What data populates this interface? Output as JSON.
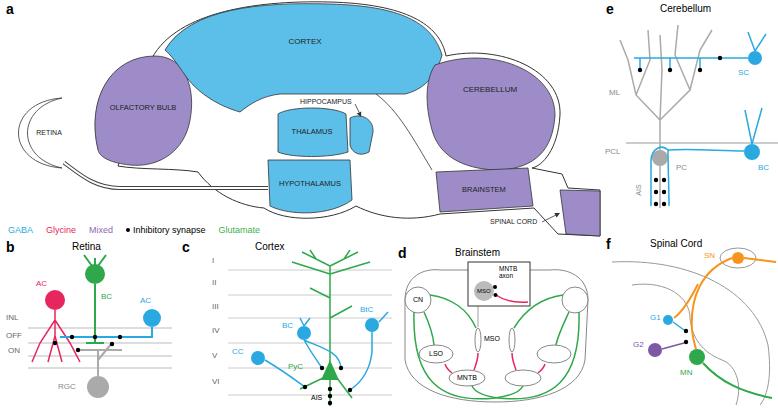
{
  "diagram": {
    "nodes": [
      {
        "text": [
          "RETINA"
        ]
      },
      {
        "text": [
          "OLFACTORY BULB"
        ]
      },
      {
        "text": [
          "CORTEX"
        ]
      },
      {
        "text": [
          "THALAMUS"
        ]
      },
      {
        "text": [
          "HYPOTHALAMUS"
        ]
      },
      {
        "text": [
          "CEREBELLUM"
        ]
      },
      {
        "text": [
          "BRAINSTEM"
        ]
      }
    ],
    "edges": [
      {
        "from": 0,
        "to": 4,
        "arrow": "none"
      }
    ],
    "labels": [
      "a",
      "HIPPOCAMPUS",
      "SPINAL CORD",
      "b",
      "Retina",
      "INL",
      "OFF",
      "ON",
      "BC",
      "AC",
      "AC",
      "RGC",
      "c",
      "Cortex",
      "I",
      "II",
      "III",
      "IV",
      "V",
      "VI",
      "CC",
      "BC",
      "BtC",
      "PyC",
      "AIS",
      "d",
      "Brainstem",
      "CN",
      "LSO",
      "MNTB",
      "MSO",
      "MSO",
      "MNTB axon",
      "e",
      "Cerebellum",
      "SC",
      "ML",
      "PCL",
      "PC",
      "AIS",
      "BC",
      "f",
      "Spinal Cord",
      "SN",
      "G1",
      "G2",
      "MN"
    ],
    "legend": [
      {
        "text": "GABA",
        "color": "#29abe2"
      },
      {
        "text": "Glycine",
        "color": "#e8265e"
      },
      {
        "text": "Mixed",
        "color": "#8e6bb1"
      },
      {
        "text": "Inhibitory synapse"
      },
      {
        "text": "Glutamate",
        "color": "#39b54a"
      }
    ]
  }
}
